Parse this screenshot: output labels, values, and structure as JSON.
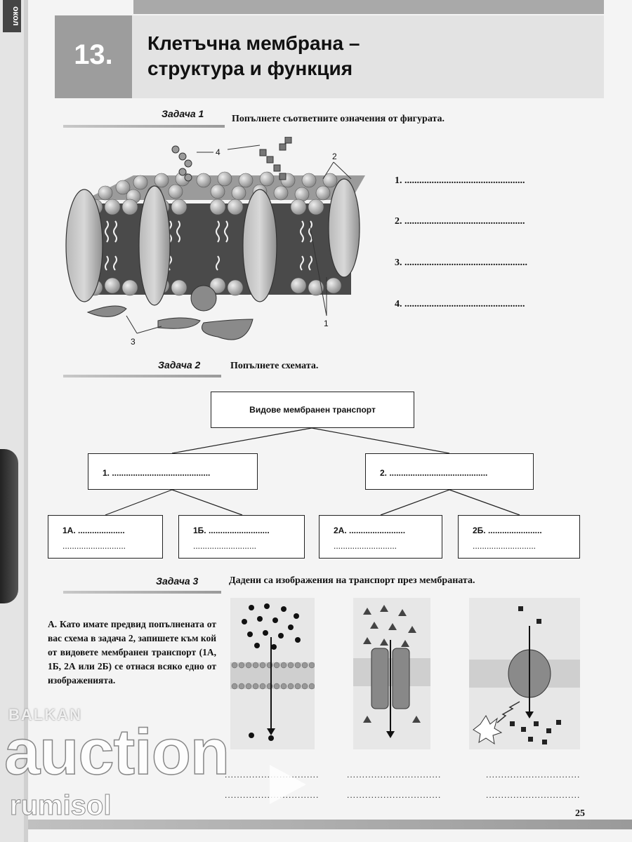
{
  "chapter": {
    "number": "13.",
    "title_line1": "Клетъчна мембрана –",
    "title_line2": "структура и функция"
  },
  "side_tab": "окол",
  "task1": {
    "label": "Задача 1",
    "instruction": "Попълнете съответните означения от фигурата.",
    "figure_labels": [
      "1",
      "2",
      "3",
      "4"
    ],
    "blanks": [
      "1. .................................................",
      "2. .................................................",
      "3. ..................................................",
      "4. ................................................."
    ]
  },
  "task2": {
    "label": "Задача 2",
    "instruction": "Попълнете схемата.",
    "root": "Видове мембранен транспорт",
    "level1": [
      "1. ..........................................",
      "2. .........................................."
    ],
    "level2": [
      {
        "label": "1А. ....................",
        "dots": "..........................."
      },
      {
        "label": "1Б. ..........................",
        "dots": "..........................."
      },
      {
        "label": "2А. ........................",
        "dots": "..........................."
      },
      {
        "label": "2Б. .......................",
        "dots": "..........................."
      }
    ]
  },
  "task3": {
    "label": "Задача 3",
    "instruction": "Дадени са изображения на транспорт през мембраната.",
    "paragraph": "А. Като имате предвид попълнената от вас схема в задача 2, запишете към кой от видовете мембранен транспорт (1А, 1Б, 2А или 2Б) се отнася всяко едно от изображенията.",
    "answer_line": "..............................."
  },
  "page_number": "25",
  "watermark": {
    "small": "BALKAN",
    "big": "auction",
    "user": "rumisol"
  },
  "colors": {
    "gray_box": "#9d9d9d",
    "title_band": "#e3e3e3",
    "membrane_dark": "#4a4a4a",
    "membrane_light": "#cfcfcf"
  }
}
